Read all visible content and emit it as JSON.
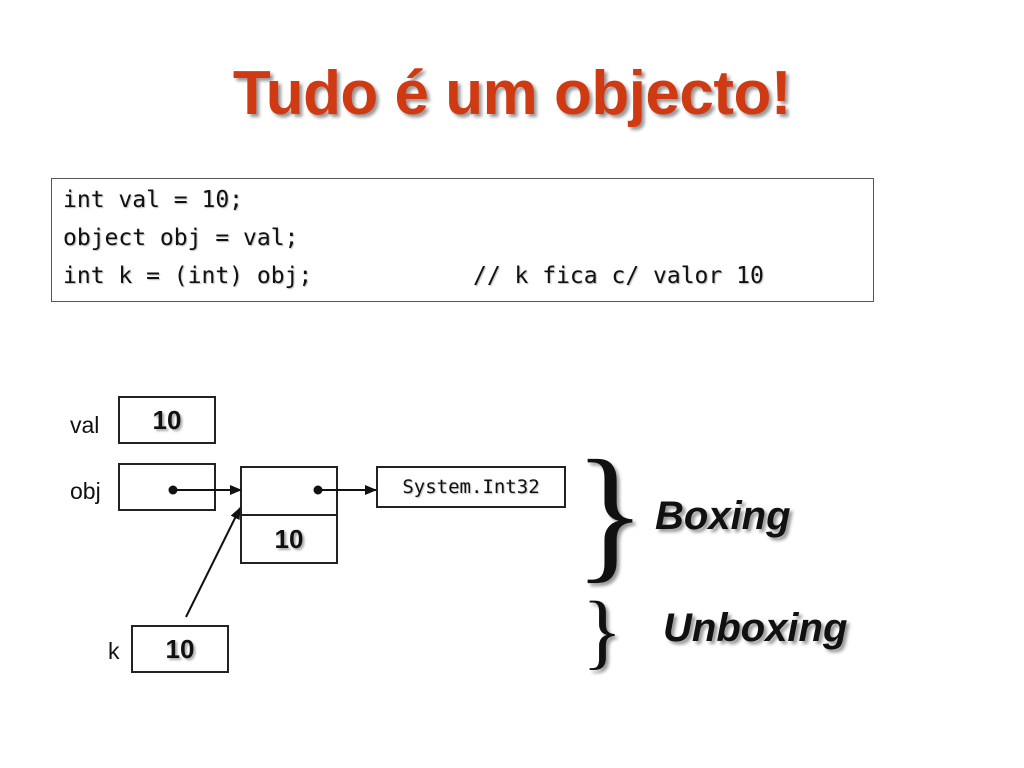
{
  "title": "Tudo é um objecto!",
  "code": {
    "line1": "int val = 10;",
    "line2": "object obj = val;",
    "line3": "int k = (int) obj;",
    "line3_comment": "// k fica c/ valor 10"
  },
  "diagram": {
    "val_label": "val",
    "val_value": "10",
    "obj_label": "obj",
    "boxed_value": "10",
    "type_name": "System.Int32",
    "k_label": "k",
    "k_value": "10"
  },
  "annotations": {
    "boxing": "Boxing",
    "unboxing": "Unboxing",
    "brace_char": "}"
  }
}
